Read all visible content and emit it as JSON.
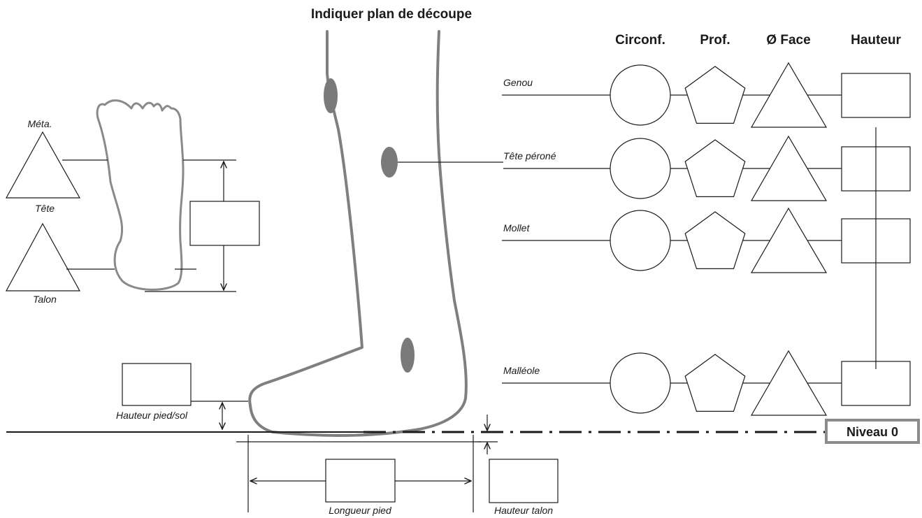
{
  "title": "Indiquer plan de découpe",
  "columns": [
    "Circonf.",
    "Prof.",
    "Ø Face",
    "Hauteur"
  ],
  "levels": [
    "Genou",
    "Tête péroné",
    "Mollet",
    "Malléole"
  ],
  "foot_labels": {
    "meta": "Méta.",
    "tete": "Tête",
    "talon": "Talon",
    "hauteur_pied_sol": "Hauteur pied/sol",
    "longueur_pied": "Longueur pied",
    "hauteur_talon": "Hauteur talon"
  },
  "niveau": "Niveau 0",
  "colors": {
    "leg_outline": "#7f7f7f",
    "landmark_dot": "#7a7a7a",
    "niveau_border": "#8c8c8c",
    "ink": "#1a1a1a"
  }
}
